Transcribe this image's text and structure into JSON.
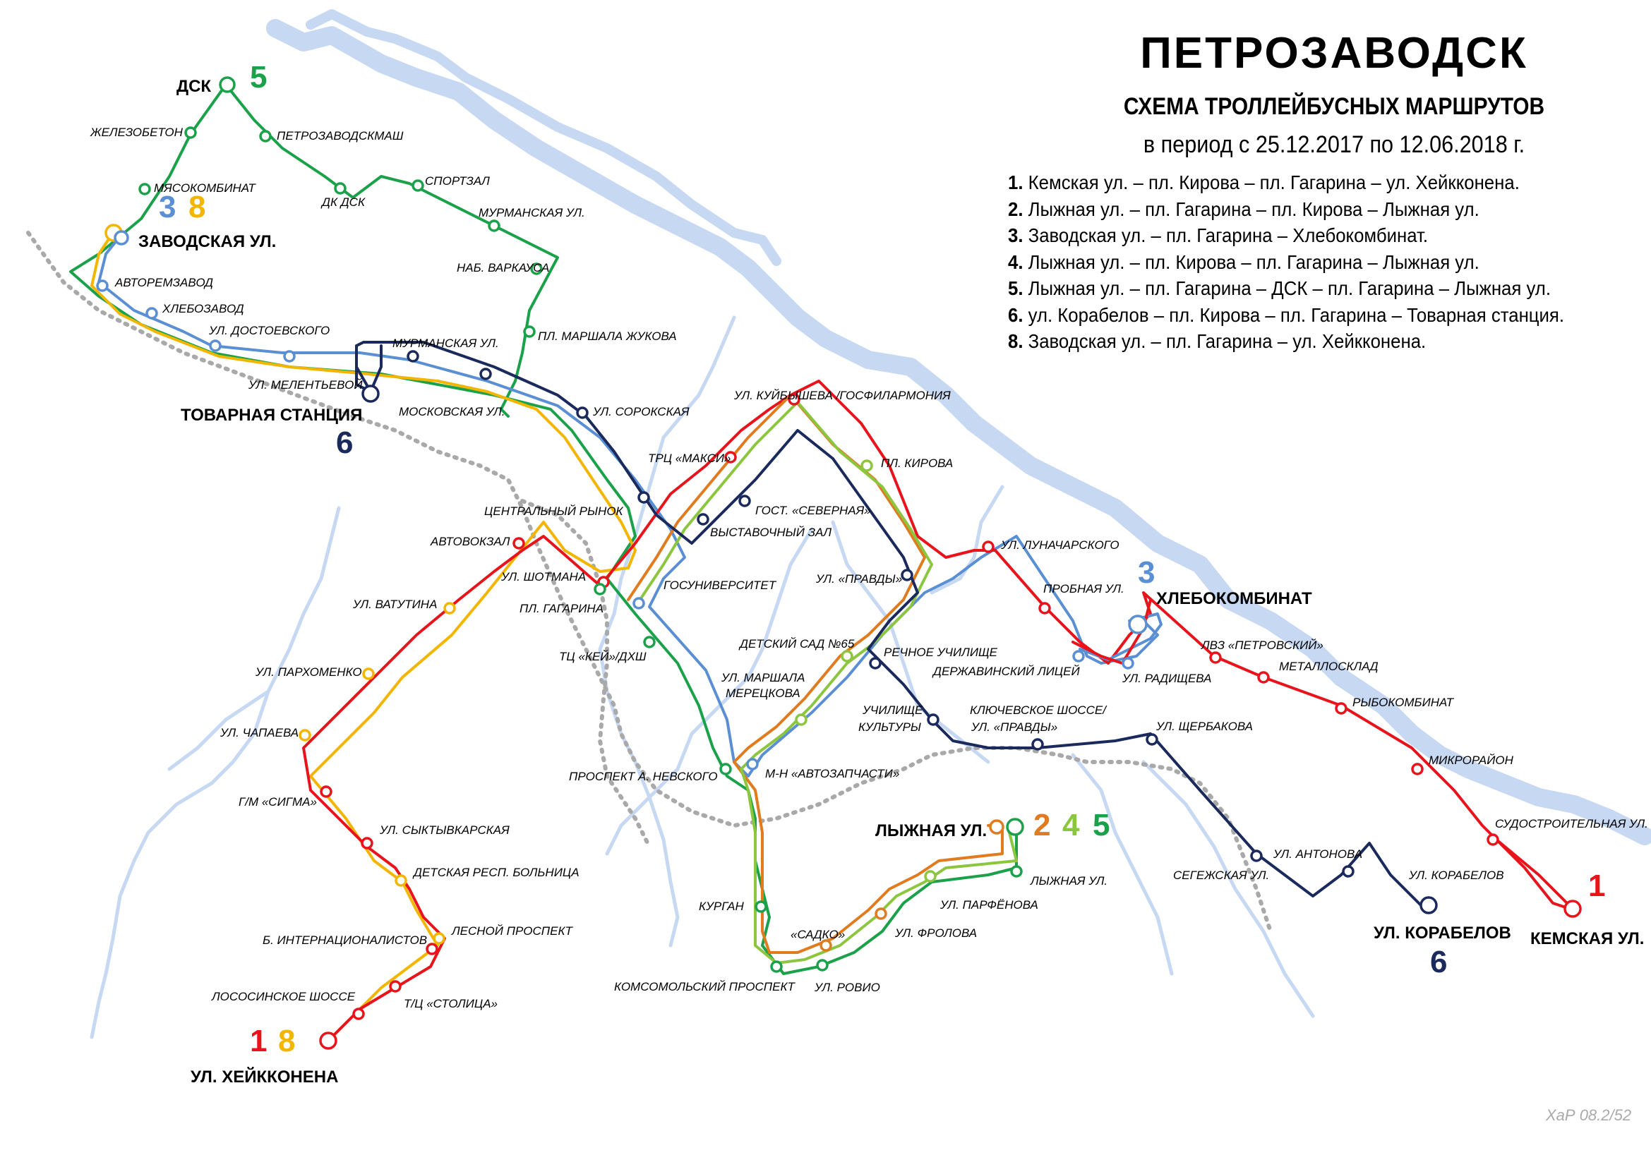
{
  "title": "ПЕТРОЗАВОДСК",
  "subtitle": "СХЕМА ТРОЛЛЕЙБУСНЫХ МАРШРУТОВ",
  "period": "в период с 25.12.2017 по 12.06.2018 г.",
  "routes": [
    {
      "num": "1.",
      "text": " Кемская ул. – пл. Кирова – пл. Гагарина – ул. Хейкконена."
    },
    {
      "num": "2.",
      "text": " Лыжная ул. – пл. Гагарина – пл. Кирова – Лыжная ул."
    },
    {
      "num": "3.",
      "text": " Заводская ул. – пл. Гагарина – Хлебокомбинат."
    },
    {
      "num": "4.",
      "text": " Лыжная ул. – пл. Кирова – пл. Гагарина – Лыжная ул."
    },
    {
      "num": "5.",
      "text": " Лыжная ул. – пл. Гагарина – ДСК – пл. Гагарина – Лыжная ул."
    },
    {
      "num": "6.",
      "text": " ул. Корабелов – пл. Кирова – пл. Гагарина – Товарная станция."
    },
    {
      "num": "8.",
      "text": " Заводская ул. – пл. Гагарина – ул. Хейкконена."
    }
  ],
  "colors": {
    "r1": "#e8141c",
    "r2": "#e07b1f",
    "r3": "#5b8fd4",
    "r4": "#8cc63f",
    "r5": "#1aa14a",
    "r6": "#1b2a5c",
    "r8": "#f2b500",
    "water": "#c6d8f2",
    "rail": "#a9a9a9"
  },
  "terminals": {
    "dsk": "ДСК",
    "zavodskaya": "ЗАВОДСКАЯ УЛ.",
    "tovarnaya": "ТОВАРНАЯ СТАНЦИЯ",
    "khlebokombinat": "ХЛЕБОКОМБИНАТ",
    "lyzhnaya": "ЛЫЖНАЯ УЛ.",
    "korabelov": "УЛ. КОРАБЕЛОВ",
    "kemskaya": "КЕМСКАЯ УЛ.",
    "heikkonena": "УЛ. ХЕЙККОНЕНА"
  },
  "route_marks": {
    "dsk": [
      "5"
    ],
    "zavodskaya": [
      "3",
      "8"
    ],
    "tovarnaya": [
      "6"
    ],
    "khlebokombinat": [
      "3"
    ],
    "lyzhnaya": [
      "2",
      "4",
      "5"
    ],
    "korabelov": [
      "6"
    ],
    "kemskaya": [
      "1"
    ],
    "heikkonena": [
      "1",
      "8"
    ]
  },
  "stops": {
    "zhelezobeton": "ЖЕЛЕЗОБЕТОН",
    "petrozavodskmash": "ПЕТРОЗАВОДСКМАШ",
    "myasokombinat": "МЯСОКОМБИНАТ",
    "dkdsk": "ДК ДСК",
    "sportzal": "СПОРТЗАЛ",
    "murmanskaya1": "МУРМАНСКАЯ УЛ.",
    "varkausa": "НАБ. ВАРКАУСА",
    "avtoremzavod": "АВТОРЕМЗАВОД",
    "khlebozavod": "ХЛЕБОЗАВОД",
    "dostoevskogo": "УЛ. ДОСТОЕВСКОГО",
    "zhukova": "ПЛ. МАРШАЛА ЖУКОВА",
    "murmanskaya2": "МУРМАНСКАЯ УЛ.",
    "melentyevoy": "УЛ. МЕЛЕНТЬЕВОЙ",
    "moskovskaya": "МОСКОВСКАЯ УЛ.",
    "sorokskaya": "УЛ. СОРОКСКАЯ",
    "kuybysheva": "УЛ. КУЙБЫШЕВА /ГОСФИЛАРМОНИЯ",
    "maksi": "ТРЦ «МАКСИ»",
    "kirova": "ПЛ. КИРОВА",
    "severnaya": "ГОСТ. «СЕВЕРНАЯ»",
    "vystavochny": "ВЫСТАВОЧНЫЙ ЗАЛ",
    "rynok": "ЦЕНТРАЛЬНЫЙ РЫНОК",
    "avtovokzal": "АВТОВОКЗАЛ",
    "lunacharskogo": "УЛ. ЛУНАЧАРСКОГО",
    "shotmana": "УЛ. ШОТМАНА",
    "gosuniver": "ГОСУНИВЕРСИТЕТ",
    "pravdy1": "УЛ. «ПРАВДЫ»",
    "probnaya": "ПРОБНАЯ УЛ.",
    "gagarina": "ПЛ. ГАГАРИНА",
    "vatutina": "УЛ. ВАТУТИНА",
    "lvz": "ЛВЗ «ПЕТРОВСКИЙ»",
    "sad65": "ДЕТСКИЙ САД №65",
    "rechnoe": "РЕЧНОЕ УЧИЛИЩЕ",
    "metalloslad": "МЕТАЛЛОСКЛАД",
    "key": "ТЦ «КЕЙ»/ДХШ",
    "derzhavinsky": "ДЕРЖАВИНСКИЙ ЛИЦЕЙ",
    "radishcheva": "УЛ. РАДИЩЕВА",
    "parkhomenko": "УЛ. ПАРХОМЕНКО",
    "meretskova1": "УЛ. МАРШАЛА",
    "meretskova2": "МЕРЕЦКОВА",
    "rybokombinat": "РЫБОКОМБИНАТ",
    "uchilishche1": "УЧИЛИЩЕ",
    "uchilishche2": "КУЛЬТУРЫ",
    "klyuchevskoe1": "КЛЮЧЕВСКОЕ ШОССЕ/",
    "klyuchevskoe2": "УЛ. «ПРАВДЫ»",
    "chapaeva": "УЛ. ЧАПАЕВА",
    "shcherbakova": "УЛ. ЩЕРБАКОВА",
    "mikrorayon": "МИКРОРАЙОН",
    "nevskogo": "ПРОСПЕКТ А. НЕВСКОГО",
    "avtozapchasti": "М-Н «АВТОЗАПЧАСТИ»",
    "sigma": "Г/М «СИГМА»",
    "syktyvkarskaya": "УЛ. СЫКТЫВКАРСКАЯ",
    "sudostroitelnaya": "СУДОСТРОИТЕЛЬНАЯ УЛ.",
    "bolnitsa": "ДЕТСКАЯ РЕСП. БОЛЬНИЦА",
    "antonova": "УЛ. АНТОНОВА",
    "lyzhnaya_stop": "ЛЫЖНАЯ УЛ.",
    "segezhskaya": "СЕГЕЖСКАЯ УЛ.",
    "korabelov_stop": "УЛ. КОРАБЕЛОВ",
    "parfenova": "УЛ. ПАРФЁНОВА",
    "kurgan": "КУРГАН",
    "lesnoy": "ЛЕСНОЙ ПРОСПЕКТ",
    "internatsionalistov": "Б. ИНТЕРНАЦИОНАЛИСТОВ",
    "sadko": "«САДКО»",
    "frolova": "УЛ. ФРОЛОВА",
    "lososinskoe": "ЛОСОСИНСКОЕ ШОССЕ",
    "stolitsa": "Т/Ц «СТОЛИЦА»",
    "komsomolsky": "КОМСОМОЛЬСКИЙ ПРОСПЕКТ",
    "roviо": "УЛ. РОВИО"
  },
  "credit": "ХаР 08.2/52"
}
